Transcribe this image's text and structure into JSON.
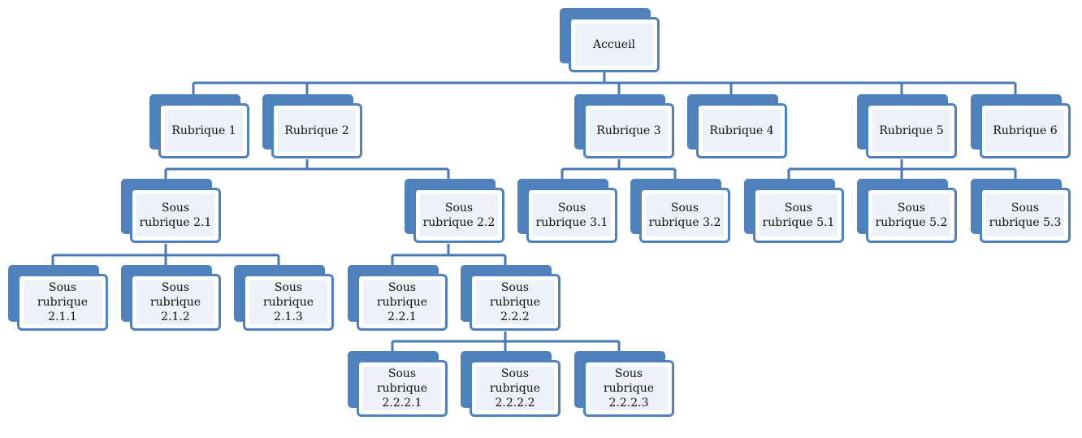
{
  "colors": {
    "accent": "#4f81bd",
    "fill": "#edf1f8",
    "line": "#4a7ab5"
  },
  "root": {
    "label": "Accueil"
  },
  "rubriques": [
    {
      "id": "r1",
      "label": "Rubrique 1"
    },
    {
      "id": "r2",
      "label": "Rubrique 2"
    },
    {
      "id": "r3",
      "label": "Rubrique 3"
    },
    {
      "id": "r4",
      "label": "Rubrique 4"
    },
    {
      "id": "r5",
      "label": "Rubrique 5"
    },
    {
      "id": "r6",
      "label": "Rubrique 6"
    }
  ],
  "sous_rubriques": [
    {
      "id": "s21",
      "label": "Sous\nrubrique 2.1"
    },
    {
      "id": "s22",
      "label": "Sous\nrubrique 2.2"
    },
    {
      "id": "s31",
      "label": "Sous\nrubrique 3.1"
    },
    {
      "id": "s32",
      "label": "Sous\nrubrique 3.2"
    },
    {
      "id": "s51",
      "label": "Sous\nrubrique 5.1"
    },
    {
      "id": "s52",
      "label": "Sous\nrubrique 5.2"
    },
    {
      "id": "s53",
      "label": "Sous\nrubrique 5.3"
    },
    {
      "id": "s211",
      "label": "Sous\nrubrique\n2.1.1"
    },
    {
      "id": "s212",
      "label": "Sous\nrubrique\n2.1.2"
    },
    {
      "id": "s213",
      "label": "Sous\nrubrique\n2.1.3"
    },
    {
      "id": "s221",
      "label": "Sous\nrubrique\n2.2.1"
    },
    {
      "id": "s222",
      "label": "Sous\nrubrique\n2.2.2"
    },
    {
      "id": "s2221",
      "label": "Sous\nrubrique\n2.2.2.1"
    },
    {
      "id": "s2222",
      "label": "Sous\nrubrique\n2.2.2.2"
    },
    {
      "id": "s2223",
      "label": "Sous\nrubrique\n2.2.2.3"
    }
  ]
}
